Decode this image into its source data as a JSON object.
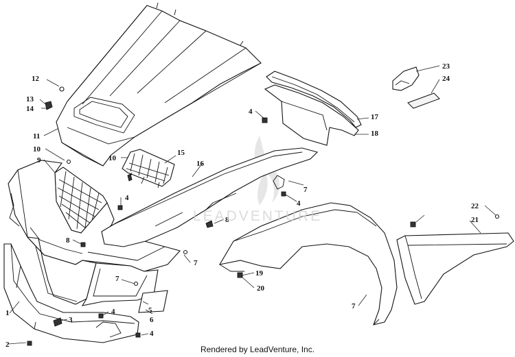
{
  "watermark": "LEADVENTURE",
  "footer": "Rendered by LeadVenture, Inc.",
  "callouts": [
    "1",
    "2",
    "3",
    "4",
    "4",
    "4",
    "4",
    "4",
    "5",
    "6",
    "7",
    "7",
    "7",
    "7",
    "8",
    "8",
    "9",
    "10",
    "10",
    "11",
    "12",
    "13",
    "14",
    "15",
    "16",
    "17",
    "18",
    "19",
    "20",
    "21",
    "22",
    "23",
    "24"
  ],
  "colors": {
    "line": "#111111",
    "watermark": "#cfcfcf",
    "background": "#ffffff"
  }
}
